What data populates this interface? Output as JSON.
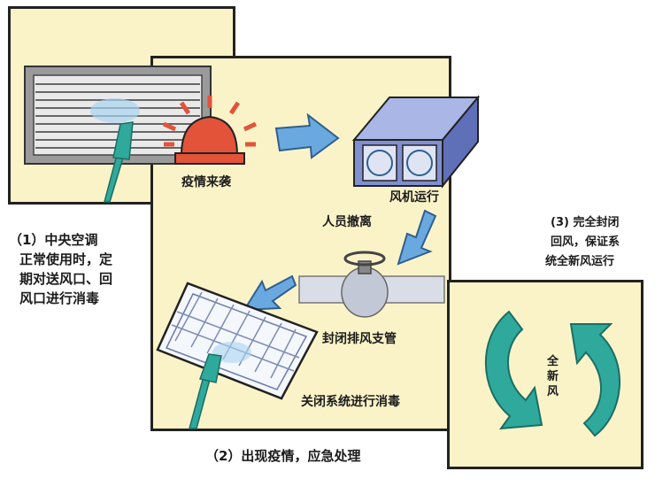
{
  "panel1": {
    "caption_lines": [
      "（1）中央空调",
      "正常使用时，定",
      "期对送风口、回",
      "风口进行消毒"
    ]
  },
  "panel2": {
    "label_alarm": "疫情来袭",
    "label_fan": "风机运行",
    "label_evacuate": "人员撤离",
    "label_pipe": "封闭排风支管",
    "label_disinfect": "关闭系统进行消毒",
    "caption": "（2）出现疫情，应急处理"
  },
  "panel3": {
    "caption_lines": [
      "(3) 完全封闭",
      "回风，保证系",
      "统全新风运行"
    ],
    "center_lines": [
      "全",
      "新",
      "风"
    ]
  },
  "colors": {
    "panel_bg": "#fbf3c8",
    "arrow_blue": "#6aa9e0",
    "teal": "#2fa99c",
    "alarm_red": "#e2533a",
    "fan_box": "#7f8fcf"
  }
}
